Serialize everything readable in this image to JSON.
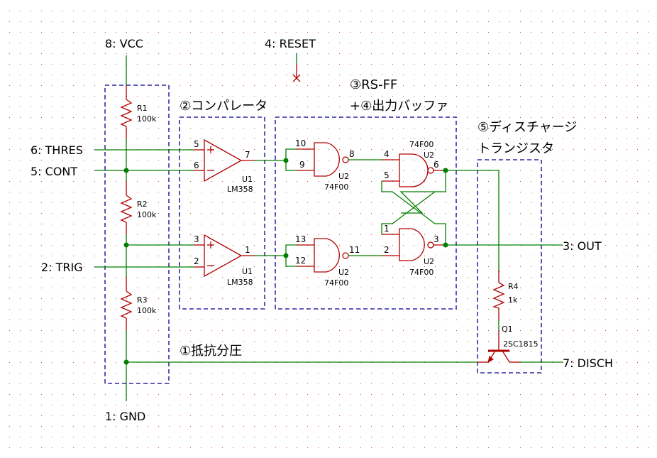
{
  "ports": {
    "vcc": "8: VCC",
    "reset": "4: RESET",
    "thres": "6: THRES",
    "cont": "5: CONT",
    "trig": "2: TRIG",
    "gnd": "1: GND",
    "out": "3: OUT",
    "disch": "7: DISCH"
  },
  "sections": {
    "divider": "①抵抗分圧",
    "comparator": "②コンパレータ",
    "rsff_line1": "③RS-FF",
    "rsff_line2": "+④出力バッファ",
    "discharge_line1": "⑤ディスチャージ",
    "discharge_line2": "トランジスタ"
  },
  "resistors": [
    {
      "ref": "R1",
      "value": "100k"
    },
    {
      "ref": "R2",
      "value": "100k"
    },
    {
      "ref": "R3",
      "value": "100k"
    },
    {
      "ref": "R4",
      "value": "1k"
    }
  ],
  "opamps": [
    {
      "ref": "U1",
      "part": "LM358",
      "pin_plus": "5",
      "pin_minus": "6",
      "pin_out": "7",
      "plus_sign": "+",
      "minus_sign": "−"
    },
    {
      "ref": "U1",
      "part": "LM358",
      "pin_plus": "3",
      "pin_minus": "2",
      "pin_out": "1",
      "plus_sign": "+",
      "minus_sign": "−"
    }
  ],
  "gates": [
    {
      "ref": "U2",
      "part": "74F00",
      "pin_a": "10",
      "pin_b": "9",
      "pin_out": "8"
    },
    {
      "ref": "U2",
      "part": "74F00",
      "pin_a": "4",
      "pin_b": "5",
      "pin_out": "6"
    },
    {
      "ref": "U2",
      "part": "74F00",
      "pin_a": "13",
      "pin_b": "12",
      "pin_out": "11"
    },
    {
      "ref": "U2",
      "part": "74F00",
      "pin_a": "1",
      "pin_b": "2",
      "pin_out": "3"
    }
  ],
  "transistor": {
    "ref": "Q1",
    "part": "2SC1815"
  },
  "colors": {
    "wire": "#008000",
    "component": "#b00000",
    "group_box": "#000099",
    "grid": "#e04040"
  }
}
